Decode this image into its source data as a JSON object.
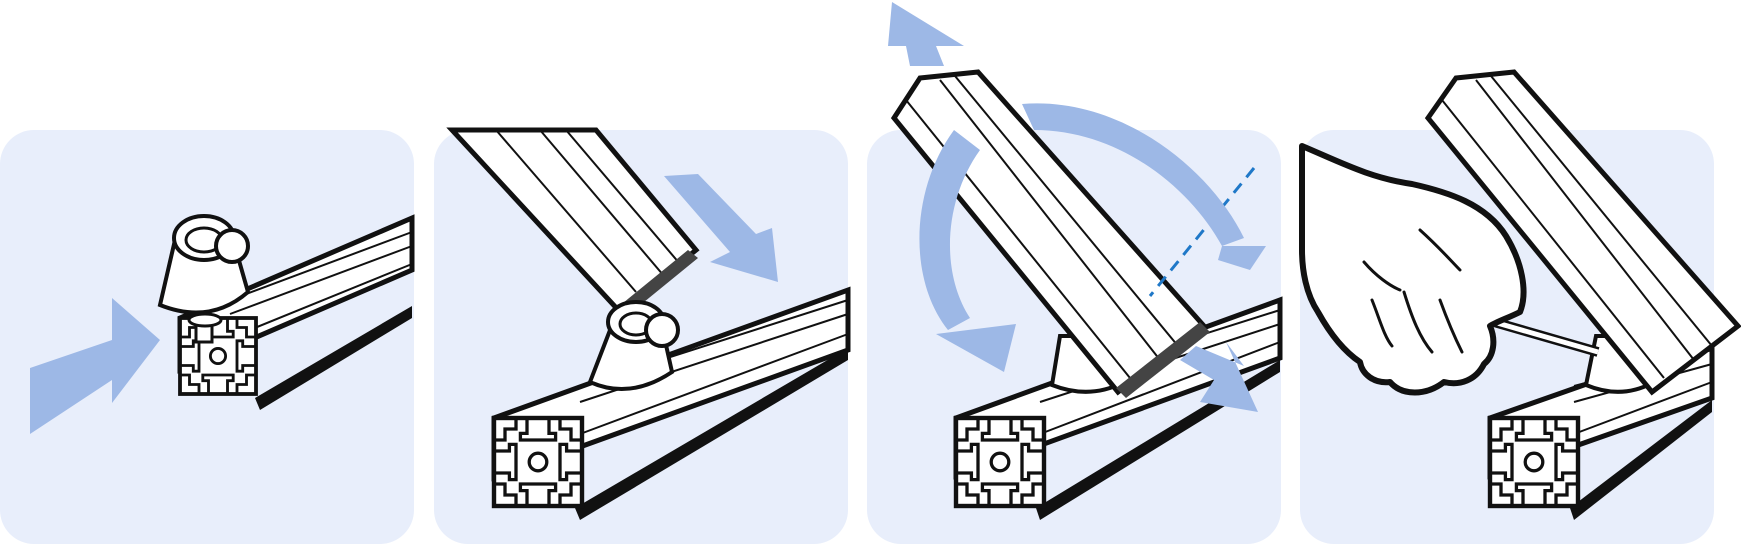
{
  "colors": {
    "panel_background": "#e8eefb",
    "arrow": "#9db8e6",
    "axis_dash": "#1f78c8",
    "outline": "#111111",
    "profile_fill": "#ffffff"
  },
  "steps": [
    {
      "icon": "push-arrow-icon",
      "depicts": "connector-inserted-into-profile-end"
    },
    {
      "icon": "slide-arrow-icon",
      "depicts": "profile-lowered-onto-connector"
    },
    {
      "icon": "rotate-arrows-icon",
      "depicts": "profile-pivoted-around-axis"
    },
    {
      "icon": "hand-with-hex-key-icon",
      "depicts": "connector-tightened"
    }
  ]
}
